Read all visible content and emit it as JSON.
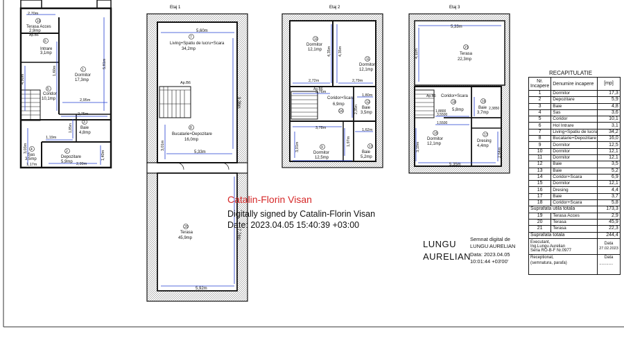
{
  "floors": {
    "etaj1": "Etaj 1",
    "etaj2": "Etaj 2",
    "etaj3": "Etaj 3"
  },
  "parter": {
    "rooms": [
      {
        "no": "1",
        "name": "Dormitor",
        "area": "17,3mp"
      },
      {
        "no": "19",
        "name": "Terasa Acces",
        "area": "2,9mp"
      },
      {
        "no": "6",
        "name": "Intrare",
        "area": "3,1mp"
      },
      {
        "no": "5",
        "name": "Coridor",
        "area": "10,1mp"
      },
      {
        "no": "3",
        "name": "Baie",
        "area": "4,8mp"
      },
      {
        "no": "2",
        "name": "Depozitare",
        "area": "5,9mp"
      },
      {
        "no": "4",
        "name": "Sas",
        "area": "3,5mp"
      }
    ],
    "dims": [
      "2,70m",
      "5,81m",
      "4,90m",
      "1,60m",
      "2,95m",
      "2,75m",
      "1,19m",
      "3,03m",
      "1,40m",
      "2,99m",
      "1,17m",
      "1,85m"
    ],
    "stair_label": "Ap.B6"
  },
  "etaj1": {
    "rooms": [
      {
        "no": "7",
        "name": "Living+Spatiu de lucru+Scara",
        "area": "34,2mp"
      },
      {
        "no": "8",
        "name": "Bucatarie+Depozitare",
        "area": "16,0mp"
      },
      {
        "no": "20",
        "name": "Terasa",
        "area": "45,9mp"
      }
    ],
    "dims": [
      "5,60m",
      "9,36m",
      "5,33m",
      "3,01m",
      "7,74m",
      "5,92m"
    ],
    "stair_label": "Ap.B6"
  },
  "etaj2": {
    "rooms": [
      {
        "no": "10",
        "name": "Dormitor",
        "area": "12,1mp"
      },
      {
        "no": "11",
        "name": "Dormitor",
        "area": "12,1mp"
      },
      {
        "no": "14",
        "name": "Coridor+Scara",
        "area": "6,9mp"
      },
      {
        "no": "12",
        "name": "Baie",
        "area": "3,5mp"
      },
      {
        "no": "9",
        "name": "Dormitor",
        "area": "12,5mp"
      },
      {
        "no": "13",
        "name": "Baie",
        "area": "5,2mp"
      }
    ],
    "dims": [
      "4,35m",
      "4,35m",
      "2,72m",
      "2,79m",
      "3,76m",
      "1,80m",
      "2,35m",
      "3,78m",
      "1,62m",
      "1,97m",
      "3,01m"
    ],
    "stair_label": "Ap.B6"
  },
  "etaj3": {
    "rooms": [
      {
        "no": "21",
        "name": "Terasa",
        "area": "22,3mp"
      },
      {
        "no": "18",
        "name": "Coridor+Scara",
        "area": "5,8mp"
      },
      {
        "no": "16",
        "name": "Baie",
        "area": "3,7mp"
      },
      {
        "no": "15",
        "name": "Dormitor",
        "area": "12,1mp"
      },
      {
        "no": "17",
        "name": "Dresing",
        "area": "4,4mp"
      }
    ],
    "dims": [
      "5,33m",
      "4,11m",
      "3,5500",
      "1,5500",
      "2,3850",
      "3,19m",
      "2,64m",
      "5,35m",
      "1,8800"
    ],
    "stair_label": "Ap.B6"
  },
  "signature": {
    "name": "Catalin-Florin Visan",
    "line1": "Digitally signed by Catalin-Florin Visan",
    "line2": "Date: 2023.04.05 15:40:39 +03:00"
  },
  "stamp": {
    "name_top": "LUNGU",
    "name_bottom": "AURELIAN",
    "text": [
      "Semnat digital de",
      "LUNGU AURELIAN",
      "Data: 2023.04.05",
      "10:01:44 +03'00'"
    ]
  },
  "recap": {
    "title": "RECAPITULATIE",
    "headers": [
      "Nr. Incapere",
      "Denumire incapere",
      "[mp]"
    ],
    "rows": [
      [
        "1",
        "Dormitor",
        "17,3"
      ],
      [
        "2",
        "Depozitare",
        "5,9"
      ],
      [
        "3",
        "Baie",
        "4,8"
      ],
      [
        "4",
        "Sas",
        "3,6"
      ],
      [
        "5",
        "Coridor",
        "10,1"
      ],
      [
        "6",
        "Hol Intrare",
        "3,1"
      ],
      [
        "7",
        "Living+Spatiu de lucru+Scara",
        "34,2"
      ],
      [
        "8",
        "Bucatarie+Depozitare",
        "16,0"
      ],
      [
        "9",
        "Dormitor",
        "12,5"
      ],
      [
        "10",
        "Dormitor",
        "12,1"
      ],
      [
        "11",
        "Dormitor",
        "12,1"
      ],
      [
        "12",
        "Baie",
        "3,5"
      ],
      [
        "13",
        "Baie",
        "5,2"
      ],
      [
        "14",
        "Coridor+Scara",
        "6,9"
      ],
      [
        "15",
        "Dormitor",
        "12,1"
      ],
      [
        "16",
        "Dresing",
        "4,4"
      ],
      [
        "17",
        "Baie",
        "3,7"
      ],
      [
        "18",
        "Coridor+Scara",
        "5,8"
      ]
    ],
    "util_label": "Suprafata utila totala",
    "util_value": "173,3",
    "rows2": [
      [
        "19",
        "Terasa Acces",
        "2,9"
      ],
      [
        "20",
        "Terasa",
        "45,9"
      ],
      [
        "21",
        "Terasa",
        "22,3"
      ]
    ],
    "total_label": "Suprafata totala",
    "total_value": "244,4",
    "executant": [
      "Executant,",
      "Ing.Lungu Aurelian",
      "Seria RO-B-F Nr.0977"
    ],
    "data_label": "Data",
    "data_value": "27.02.2023",
    "receptionat": [
      "Receptionat,",
      "(semnatura, parafa)"
    ],
    "data_label2": "Data",
    "data_dots": "............"
  }
}
